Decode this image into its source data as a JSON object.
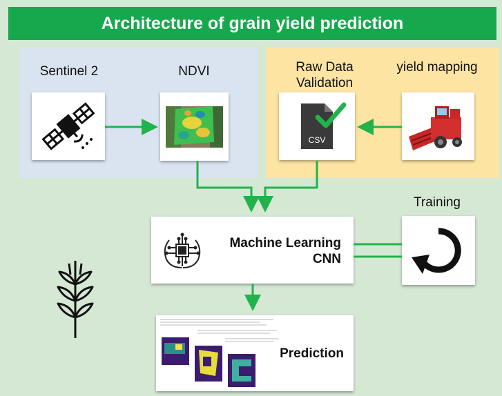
{
  "title": "Architecture of grain yield prediction",
  "nodes": {
    "sentinel": {
      "label": "Sentinel 2"
    },
    "ndvi": {
      "label": "NDVI"
    },
    "raw_data": {
      "label_line1": "Raw Data",
      "label_line2": "Validation",
      "icon_text": "CSV"
    },
    "yield_mapping": {
      "label": "yield mapping"
    },
    "training": {
      "label": "Training"
    },
    "ml": {
      "line1": "Machine Learning",
      "line2": "CNN"
    },
    "prediction": {
      "label": "Prediction"
    }
  },
  "colors": {
    "header": "#17a84e",
    "arrow": "#22b24c",
    "background": "#d5e8d4",
    "blue_panel": "#dae3f0",
    "orange_panel": "#fde4a3"
  },
  "icons": [
    "satellite-icon",
    "ndvi-map-image",
    "csv-file-icon",
    "combine-harvester-icon",
    "refresh-icon",
    "ai-circuit-brain-icon",
    "wheat-icon",
    "prediction-plots-image"
  ]
}
